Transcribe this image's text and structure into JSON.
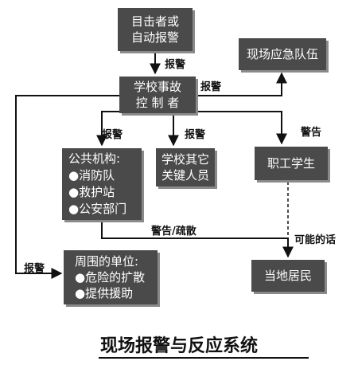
{
  "nodes": {
    "witness": [
      "目击者或",
      "自动报警"
    ],
    "controller": [
      "学校事故",
      "控 制 者"
    ],
    "emergency_team": [
      "现场应急队伍"
    ],
    "public_agencies": {
      "title": "公共机构:",
      "items": [
        "●消防队",
        "●救护站",
        "●公安部门"
      ]
    },
    "school_staff": [
      "学校其它",
      "关键人员"
    ],
    "staff_students": [
      "职工学生"
    ],
    "surrounding_units": {
      "title": "周围的单位:",
      "items": [
        "●危险的扩散",
        "●提供援助"
      ]
    },
    "local_residents": [
      "当地居民"
    ]
  },
  "edge_labels": {
    "witness_to_controller": "报警",
    "controller_to_emergency": "报警",
    "controller_to_public": "报警",
    "controller_to_staff": "报警",
    "controller_to_students": "警告",
    "controller_to_surrounding": "报警",
    "public_to_residents": "警告/疏散",
    "students_to_residents": "可能的话"
  },
  "caption": "现场报警与反应系统",
  "colors": {
    "box_fill": "#4a4a4a",
    "box_shadow": "#8a8a8a",
    "box_text": "#ffffff",
    "line": "#111111"
  }
}
